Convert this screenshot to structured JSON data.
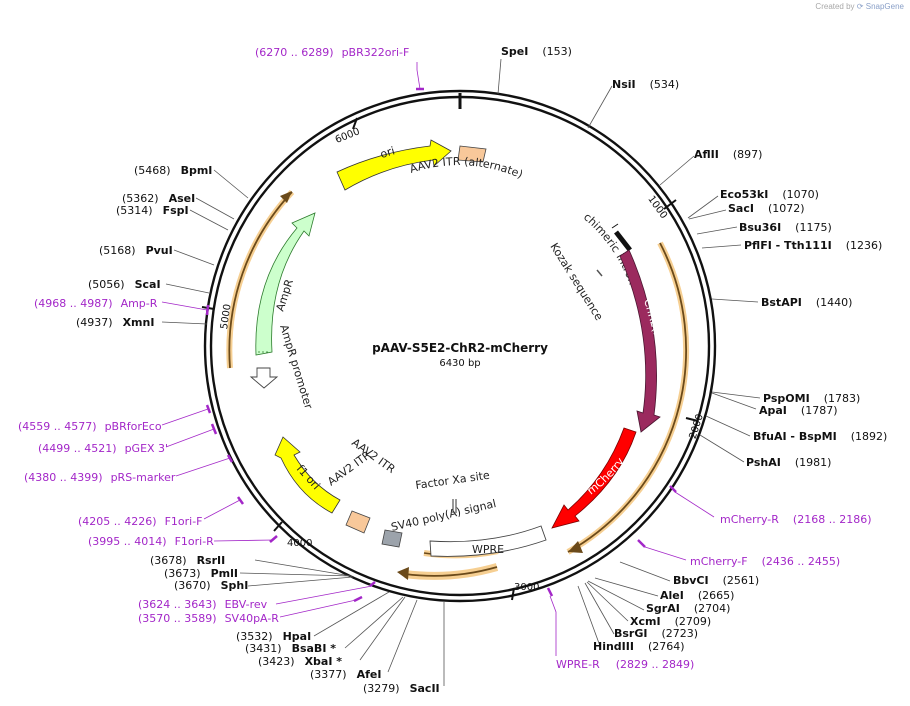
{
  "watermark": {
    "prefix": "Created by",
    "brand": "SnapGene"
  },
  "plasmid": {
    "name": "pAAV-S5E2-ChR2-mCherry",
    "size": "6430 bp"
  },
  "ruler": [
    "1000",
    "2000",
    "3000",
    "4000",
    "5000",
    "6000"
  ],
  "enzymes": [
    {
      "name": "SpeI",
      "pos": "(153)"
    },
    {
      "name": "NsiI",
      "pos": "(534)"
    },
    {
      "name": "AflII",
      "pos": "(897)"
    },
    {
      "name": "Eco53kI",
      "pos": "(1070)"
    },
    {
      "name": "SacI",
      "pos": "(1072)"
    },
    {
      "name": "Bsu36I",
      "pos": "(1175)"
    },
    {
      "name": "PflFI - Tth111I",
      "pos": "(1236)"
    },
    {
      "name": "BstAPI",
      "pos": "(1440)"
    },
    {
      "name": "PspOMI",
      "pos": "(1783)"
    },
    {
      "name": "ApaI",
      "pos": "(1787)"
    },
    {
      "name": "BfuAI - BspMI",
      "pos": "(1892)"
    },
    {
      "name": "PshAI",
      "pos": "(1981)"
    },
    {
      "name": "BbvCI",
      "pos": "(2561)"
    },
    {
      "name": "AleI",
      "pos": "(2665)"
    },
    {
      "name": "SgrAI",
      "pos": "(2704)"
    },
    {
      "name": "XcmI",
      "pos": "(2709)"
    },
    {
      "name": "BsrGI",
      "pos": "(2723)"
    },
    {
      "name": "HindIII",
      "pos": "(2764)"
    },
    {
      "name": "SacII",
      "pos": "(3279)"
    },
    {
      "name": "AfeI",
      "pos": "(3377)"
    },
    {
      "name": "XbaI *",
      "pos": "(3423)"
    },
    {
      "name": "BsaBI *",
      "pos": "(3431)"
    },
    {
      "name": "HpaI",
      "pos": "(3532)"
    },
    {
      "name": "SphI",
      "pos": "(3670)"
    },
    {
      "name": "PmlI",
      "pos": "(3673)"
    },
    {
      "name": "RsrII",
      "pos": "(3678)"
    },
    {
      "name": "XmnI",
      "pos": "(4937)"
    },
    {
      "name": "ScaI",
      "pos": "(5056)"
    },
    {
      "name": "PvuI",
      "pos": "(5168)"
    },
    {
      "name": "FspI",
      "pos": "(5314)"
    },
    {
      "name": "AseI",
      "pos": "(5362)"
    },
    {
      "name": "BpmI",
      "pos": "(5468)"
    }
  ],
  "primers": [
    {
      "name": "pBR322ori-F",
      "range": "(6270 .. 6289)"
    },
    {
      "name": "mCherry-R",
      "range": "(2168 .. 2186)"
    },
    {
      "name": "mCherry-F",
      "range": "(2436 .. 2455)"
    },
    {
      "name": "WPRE-R",
      "range": "(2829 .. 2849)"
    },
    {
      "name": "EBV-rev",
      "range": "(3624 .. 3643)"
    },
    {
      "name": "SV40pA-R",
      "range": "(3570 .. 3589)"
    },
    {
      "name": "F1ori-R",
      "range": "(3995 .. 4014)"
    },
    {
      "name": "F1ori-F",
      "range": "(4205 .. 4226)"
    },
    {
      "name": "pRS-marker",
      "range": "(4380 .. 4399)"
    },
    {
      "name": "pGEX 3'",
      "range": "(4499 .. 4521)"
    },
    {
      "name": "pBRforEco",
      "range": "(4559 .. 4577)"
    },
    {
      "name": "Amp-R",
      "range": "(4968 .. 4987)"
    }
  ],
  "features": {
    "ori": "ori",
    "aav2_itr_alt": "AAV2 ITR (alternate)",
    "chimeric_intron": "chimeric intron",
    "kozak": "Kozak sequence",
    "chr2": "ChR2(H134R)",
    "mcherry": "mCherry",
    "wpre": "WPRE",
    "sv40": "SV40 poly(A) signal",
    "factor_xa": "Factor Xa site",
    "aav2_itr_1": "AAV2 ITR",
    "aav2_itr_2": "AAV2 ITR",
    "f1ori": "f1 ori",
    "ampr": "AmpR",
    "ampr_promoter": "AmpR promoter"
  },
  "colors": {
    "ori": "#ffff00",
    "chr2": "#9b2a5e",
    "mcherry": "#ff0000",
    "ampr": "#ccffcc",
    "itr": "#f8c89a",
    "orf_bar": "#f2a94c",
    "primer": "#a327c8",
    "sv40": "#9ca3ab"
  }
}
